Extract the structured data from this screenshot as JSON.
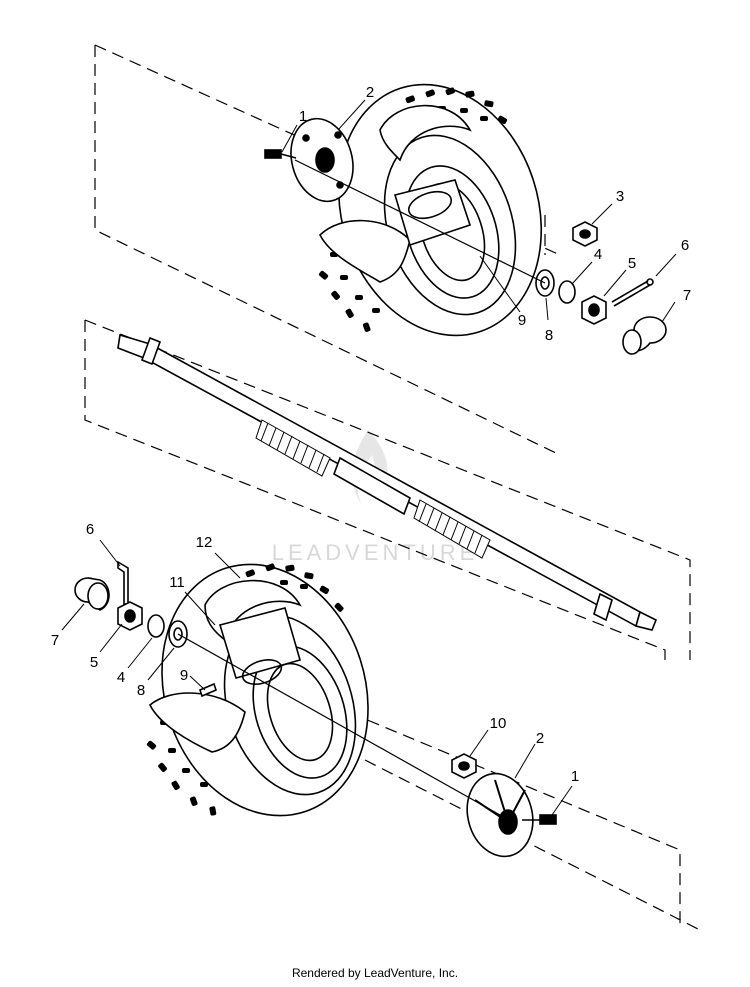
{
  "diagram": {
    "watermark": "LEADVENTURE",
    "footer_text": "Rendered by LeadVenture, Inc.",
    "callouts": {
      "top_1": "1",
      "top_2": "2",
      "top_3": "3",
      "top_4": "4",
      "top_5": "5",
      "top_6": "6",
      "top_7": "7",
      "top_8": "8",
      "top_9": "9",
      "bot_6": "6",
      "bot_12": "12",
      "bot_11": "11",
      "bot_7": "7",
      "bot_5": "5",
      "bot_4": "4",
      "bot_8": "8",
      "bot_9": "9",
      "bot_10": "10",
      "bot_2": "2",
      "bot_1": "1"
    },
    "colors": {
      "line": "#000000",
      "watermark": "#d8d8d8",
      "background": "#ffffff"
    }
  }
}
